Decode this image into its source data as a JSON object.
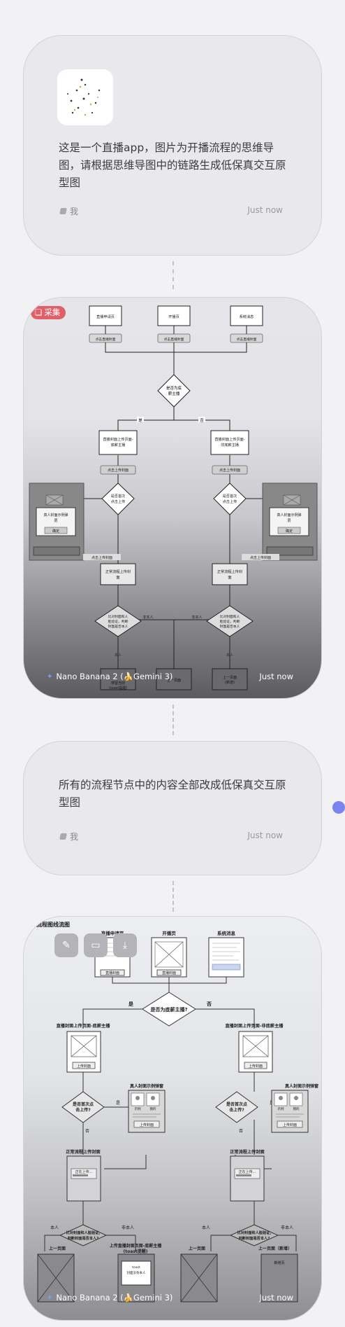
{
  "messages": [
    {
      "text": "这是一个直播app，图片为开播流程的思维导图，请根据思维导图中的链路生成低保真交互原型图",
      "author": "我",
      "time": "Just now"
    },
    {
      "tag": "采集",
      "author": "Nano Banana 2 (🍌Gemini 3)",
      "time": "Just now"
    },
    {
      "text": "所有的流程节点中的内容全部改成低保真交互原型图",
      "author": "我",
      "time": "Just now"
    },
    {
      "author": "Nano Banana 2 (🍌Gemini 3)",
      "time": "Just now"
    }
  ],
  "flow1": {
    "top": [
      "直播申请页",
      "开播页",
      "系统消息"
    ],
    "top_actions": [
      "点击直播封面",
      "点击直播封面",
      "点击直播封面"
    ],
    "decision": "是否为底\n薪主播",
    "yes": "是",
    "no": "否",
    "left_page": "直播封面上传页面-\n底薪主播",
    "right_page": "直播封面上传页面-\n非底薪主播",
    "upload_btn": "点击上传封面",
    "first_q": "是否首次\n点击上传",
    "popup_text": "真人封面示例弹\n层",
    "popup_btn": "确定",
    "popup_action": "点击上传封面",
    "normal_page": "正常流程上传封\n面",
    "verify_q": "比对封面和人\n脸验证，判断\n封面是否本人",
    "self": "本人",
    "not_self": "非本人",
    "prev": "上一页面",
    "toast": "停留当前\n(toast提醒)",
    "prev_new": "上一页面\n(新增)"
  },
  "flow2": {
    "title": "用户流程图线流图",
    "top": [
      "直播申请页",
      "开播页",
      "系统消息"
    ],
    "top_btn": [
      "直播封面",
      "直播封面"
    ],
    "decision": "是否为底薪主播?",
    "yes": "是",
    "no": "否",
    "left_page": "直播封面上传页面-底薪主播",
    "right_page": "直播封面上传页面-非底薪主播",
    "upload_btn": "上传封面",
    "first_q": "是否首次点\n击上传?",
    "popup_title": "真人封面示例弹窗",
    "popup_labels": [
      "示例",
      "我的"
    ],
    "popup_btn": "上传封面",
    "normal_page": "正常流程上传封面",
    "uploading": "正在上传...",
    "verify_q": "比对封面和人脸验证,\n判断封面是否本人?",
    "self": "本人",
    "not_self": "非本人",
    "prev": "上一页面",
    "prev_new": "上一页面（新增）",
    "stay": "上传直播封面页面-底薪主播\n(toast提醒)",
    "new_label": "新增页"
  }
}
